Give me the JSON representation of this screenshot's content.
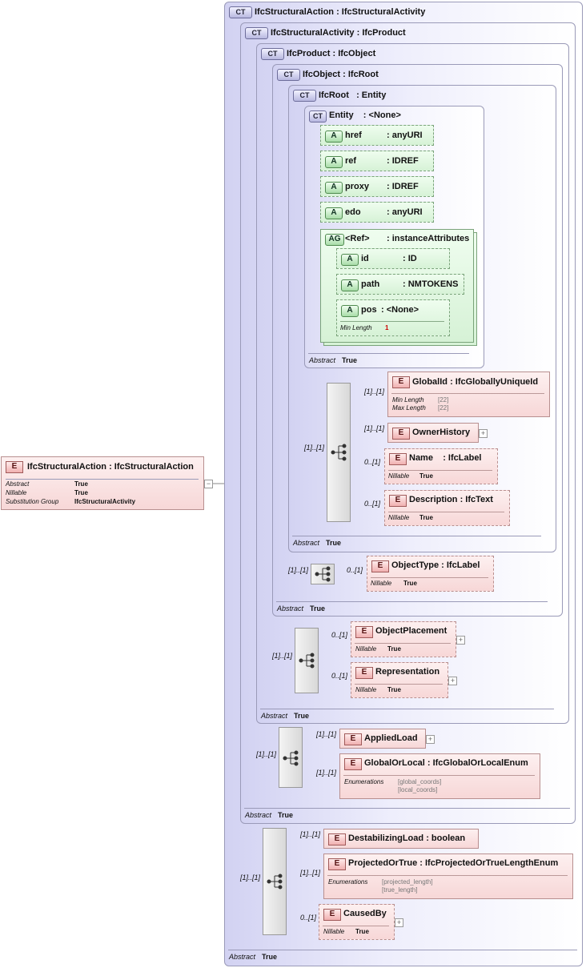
{
  "icons": {
    "complex_type": "CT",
    "element": "E",
    "attribute": "A",
    "attribute_group": "AG"
  },
  "common": {
    "abstract": "Abstract",
    "true": "True",
    "nillable": "Nillable",
    "min_length": "Min Length",
    "max_length": "Max Length",
    "enumerations": "Enumerations",
    "substitution_group": "Substitution Group"
  },
  "root_element": {
    "name": "IfcStructuralAction",
    "type": ": IfcStructuralAction",
    "abstract": "True",
    "nillable": "True",
    "substitution_group": "IfcStructuralActivity"
  },
  "types": {
    "t1": {
      "name": "IfcStructuralAction",
      "base": ": IfcStructuralActivity"
    },
    "t2": {
      "name": "IfcStructuralActivity",
      "base": ": IfcProduct"
    },
    "t3": {
      "name": "IfcProduct",
      "base": ": IfcObject"
    },
    "t4": {
      "name": "IfcObject",
      "base": ": IfcRoot"
    },
    "t5": {
      "name": "IfcRoot",
      "base": ": Entity"
    },
    "t6": {
      "name": "Entity",
      "base": ": <None>"
    }
  },
  "attributes": [
    {
      "name": "href",
      "type": ": anyURI"
    },
    {
      "name": "ref",
      "type": ": IDREF"
    },
    {
      "name": "proxy",
      "type": ": IDREF"
    },
    {
      "name": "edo",
      "type": ": anyURI"
    }
  ],
  "attr_group": {
    "name": "<Ref>",
    "type": ": instanceAttributes",
    "items": [
      {
        "name": "id",
        "type": ": ID"
      },
      {
        "name": "path",
        "type": ": NMTOKENS"
      },
      {
        "name": "pos",
        "type": ": <None>",
        "min_length": "1"
      }
    ]
  },
  "elements": {
    "globalid": {
      "name": "GlobalId",
      "type": ": IfcGloballyUniqueId",
      "min_length": "[22]",
      "max_length": "[22]"
    },
    "ownerhistory": {
      "name": "OwnerHistory"
    },
    "name": {
      "name": "Name",
      "type": ": IfcLabel"
    },
    "description": {
      "name": "Description",
      "type": ": IfcText"
    },
    "objecttype": {
      "name": "ObjectType",
      "type": ": IfcLabel"
    },
    "objectplacement": {
      "name": "ObjectPlacement"
    },
    "representation": {
      "name": "Representation"
    },
    "appliedload": {
      "name": "AppliedLoad"
    },
    "globalorlocal": {
      "name": "GlobalOrLocal",
      "type": ": IfcGlobalOrLocalEnum",
      "enums": [
        "[global_coords]",
        "[local_coords]"
      ]
    },
    "destabilizingload": {
      "name": "DestabilizingLoad",
      "type": ": boolean"
    },
    "projectedortrue": {
      "name": "ProjectedOrTrue",
      "type": ": IfcProjectedOrTrueLengthEnum",
      "enums": [
        "[projected_length]",
        "[true_length]"
      ]
    },
    "causedby": {
      "name": "CausedBy"
    }
  },
  "cardinality": {
    "one": "[1]..[1]",
    "opt": "0..[1]"
  }
}
